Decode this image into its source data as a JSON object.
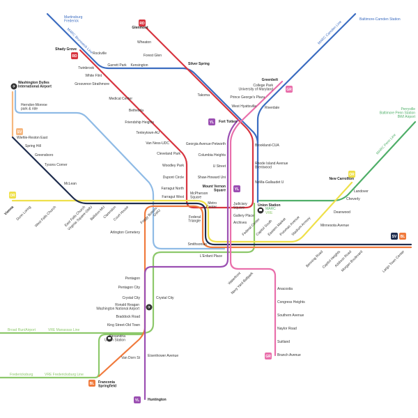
{
  "colors": {
    "red": "#d7343f",
    "marc_blue": "#3b6cc0",
    "silver_navy": "#1f2d4e",
    "blue_orange": "#f07a3c",
    "orange_yellow": "#efe04a",
    "green_pink": "#e96fab",
    "yellow_purple": "#9b4fb2",
    "light_blue": "#8fbbe6",
    "vre_green": "#8dc86b",
    "marc_penn_green": "#4fae68",
    "light_orange": "#f6b77f"
  },
  "external": {
    "brunswick_dest": "Martinsburg\nFrederick",
    "brunswick_line": "MARC Brunswick Line",
    "camden_dest": "Baltimore-Camden Station",
    "camden_line": "MARC Camden Line",
    "penn_dest": "Perryville\nBaltimore Penn Station\nBWI Airport",
    "penn_line": "MARC Penn Line",
    "manassas_dest": "Broad Run/Airport",
    "manassas_line": "VRE Manassas Line",
    "fred_dest": "Fredericksburg",
    "fred_line": "VRE Fredericksburg Line",
    "union_marc": "MARC",
    "union_vre": "VRE"
  },
  "badges": {
    "RD": "RD",
    "OR": "OR",
    "GR": "GR",
    "YL": "YL",
    "BL": "BL",
    "SV": "SV"
  },
  "icons": [
    "airport-icon",
    "rail-station-icon"
  ],
  "stations": [
    "Shady Grove",
    "Rockville",
    "Twinbrook",
    "White Flint",
    "Grosvenor-Strathmore",
    "Medical Center",
    "Bethesda",
    "Friendship Heights",
    "Tenleytown-AU",
    "Van Ness-UDC",
    "Cleveland Park",
    "Woodley Park",
    "Dupont Circle",
    "Farragut North",
    "Farragut West",
    "McPherson\nSquare",
    "Glenmont",
    "Wheaton",
    "Forest Glen",
    "Silver Spring",
    "Garrett Park",
    "Kensington",
    "Takoma",
    "Fort Totten",
    "Greenbelt",
    "College Park\nUniversity of Maryland",
    "Prince George's Plaza",
    "West Hyattsville",
    "Riverdale",
    "Georgia Avenue-Petworth",
    "Columbia Heights",
    "U Street",
    "Shaw-Howard Uni",
    "Mount Vernon\nSquare",
    "Metro\nCenter",
    "Judiciary\nSquare",
    "Gallery Place",
    "Archives",
    "Brookland-CUA",
    "Rhode Island Avenue\nBrentwood",
    "NoMa-Gallaudet U",
    "Union Station",
    "Federal\nTriangle",
    "Smithsonian",
    "L'Enfant Place",
    "Vienna",
    "Dunn Loring",
    "West Falls Church",
    "East Falls Church",
    "Virginia Square-GMU",
    "Ballston-MU",
    "Clarendon",
    "Court House",
    "Foggy Bottom-\nGWU",
    "Federal Center",
    "Capitol South",
    "Eastern Market",
    "Potomac Avenue",
    "Stadium-Armory",
    "Benning Road",
    "Capitol Heights",
    "Addison Road",
    "Morgan Boulevard",
    "Largo Town Center",
    "Waterfront",
    "Navy Yard-Ballpark",
    "Arlington Cemetery",
    "Pentagon",
    "Pentagon City",
    "Crystal City",
    "Crystal City",
    "Ronald Reagan\nWashington National Airport",
    "Braddock Road",
    "King Street-Old Town",
    "Alexandria\nUnion Station",
    "Van Dorn St",
    "Eisenhower Avenue",
    "Franconia\nSpringfield",
    "Huntington",
    "Anacostia",
    "Congress Heights",
    "Southern Avenue",
    "Naylor Road",
    "Suitland",
    "Branch Avenue",
    "Landover",
    "Cheverly",
    "Deanwood",
    "Minnesota Avenue",
    "New Carrollton",
    "Wiehle-Reston East",
    "Spring Hill",
    "Greensboro",
    "Tysons Corner",
    "McLean",
    "Herndon-Monroe\npark & ride",
    "Washington Dulles\nInternational Airport"
  ]
}
